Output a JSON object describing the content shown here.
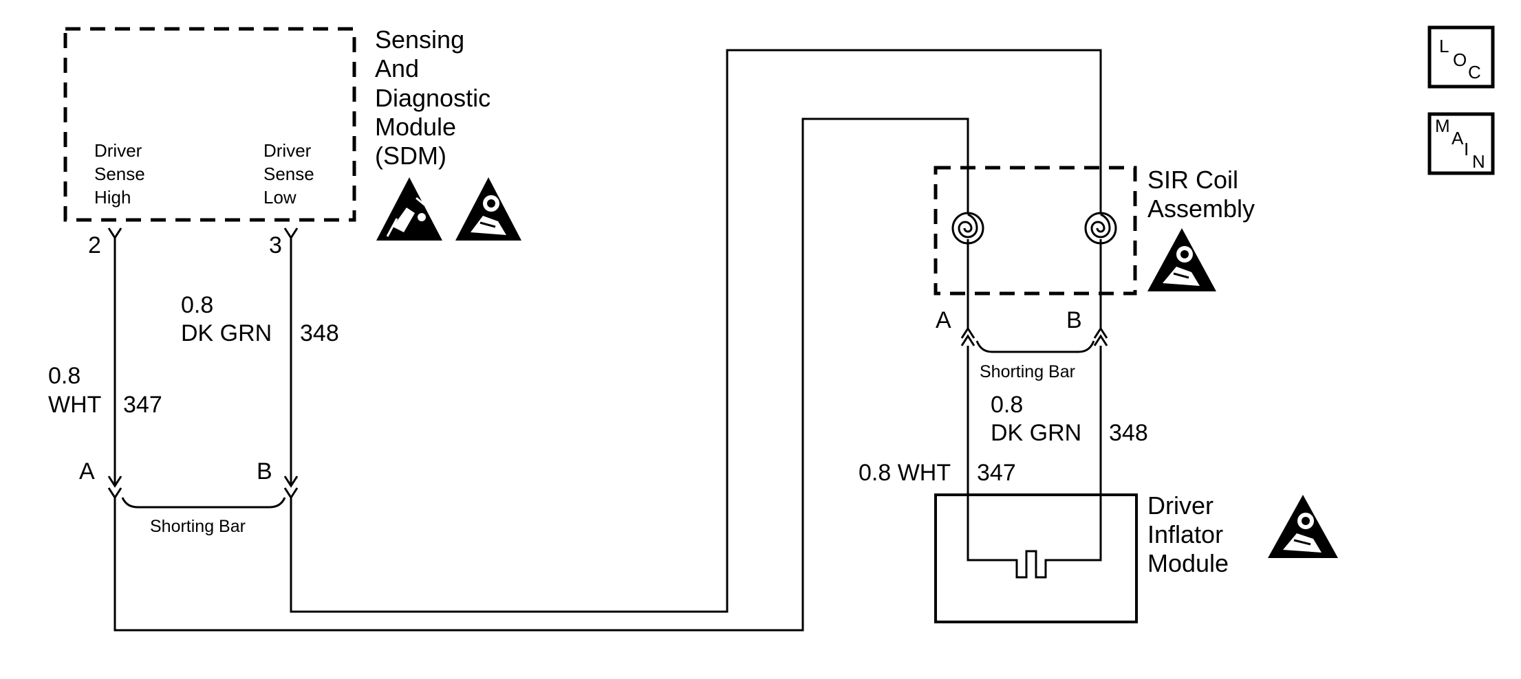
{
  "sdm": {
    "title_lines": [
      "Sensing",
      "And",
      "Diagnostic",
      "Module",
      "(SDM)"
    ],
    "pin_high_lines": [
      "Driver",
      "Sense",
      "High"
    ],
    "pin_low_lines": [
      "Driver",
      "Sense",
      "Low"
    ],
    "pin_high_number": "2",
    "pin_low_number": "3"
  },
  "wires": {
    "dk_grn_gauge": "0.8",
    "dk_grn_color": "DK GRN",
    "dk_grn_circuit": "348",
    "wht_gauge": "0.8",
    "wht_color": "WHT",
    "wht_circuit": "347",
    "right_dk_grn_gauge": "0.8",
    "right_dk_grn_color": "DK GRN",
    "right_dk_grn_circuit": "348",
    "right_wht_label": "0.8 WHT",
    "right_wht_circuit": "347"
  },
  "left_connector": {
    "pin_a": "A",
    "pin_b": "B",
    "shorting_bar": "Shorting Bar"
  },
  "coil": {
    "title_lines": [
      "SIR Coil",
      "Assembly"
    ],
    "pin_a": "A",
    "pin_b": "B",
    "shorting_bar": "Shorting Bar"
  },
  "inflator": {
    "title_lines": [
      "Driver",
      "Inflator",
      "Module"
    ]
  },
  "nav": {
    "loc": [
      "L",
      "O",
      "C"
    ],
    "main": [
      "M",
      "A",
      "I",
      "N"
    ]
  },
  "icons": {
    "esd": "esd-warning-icon",
    "airbag": "airbag-warning-icon"
  }
}
